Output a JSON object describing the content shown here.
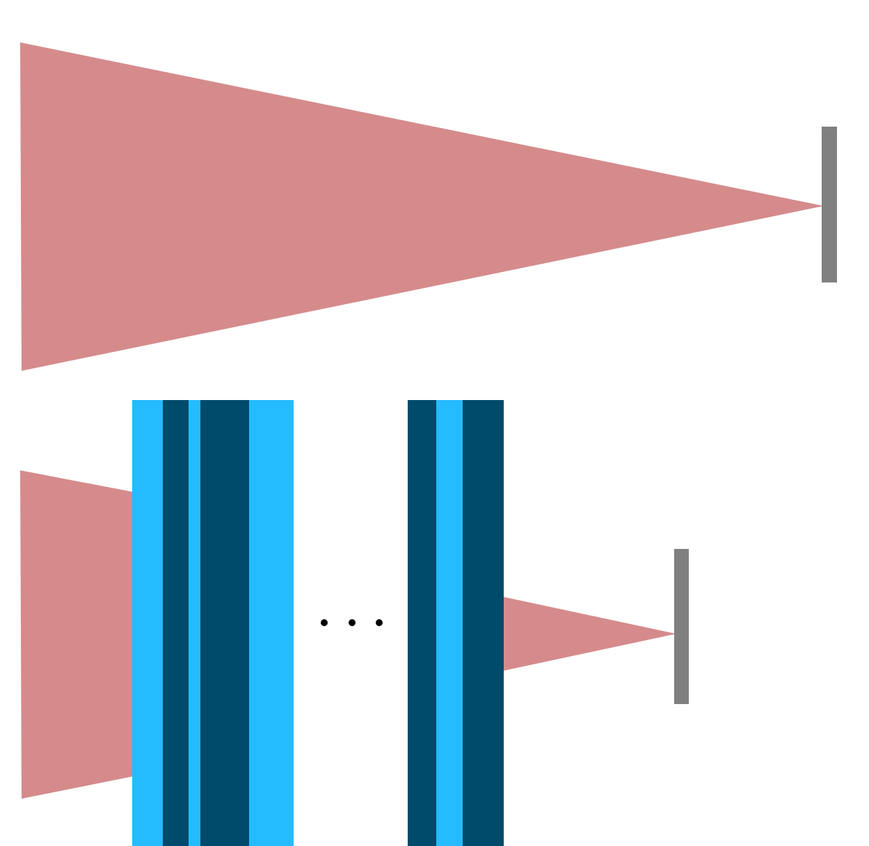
{
  "colors": {
    "background": "#ffffff",
    "beam": "#d58b8c",
    "sensor": "#808080",
    "layer_light": "#25bbff",
    "layer_dark": "#004a6b",
    "ellipsis": "#000000"
  },
  "panels": {
    "top": {
      "description_icon": "converging-beam-icon"
    },
    "bottom": {
      "description_icon": "multilayer-stack-icon",
      "stack_left": [
        "light",
        "dark",
        "light",
        "dark",
        "light"
      ],
      "stack_right": [
        "dark",
        "light",
        "dark"
      ],
      "ellipsis_dots": 3
    }
  }
}
